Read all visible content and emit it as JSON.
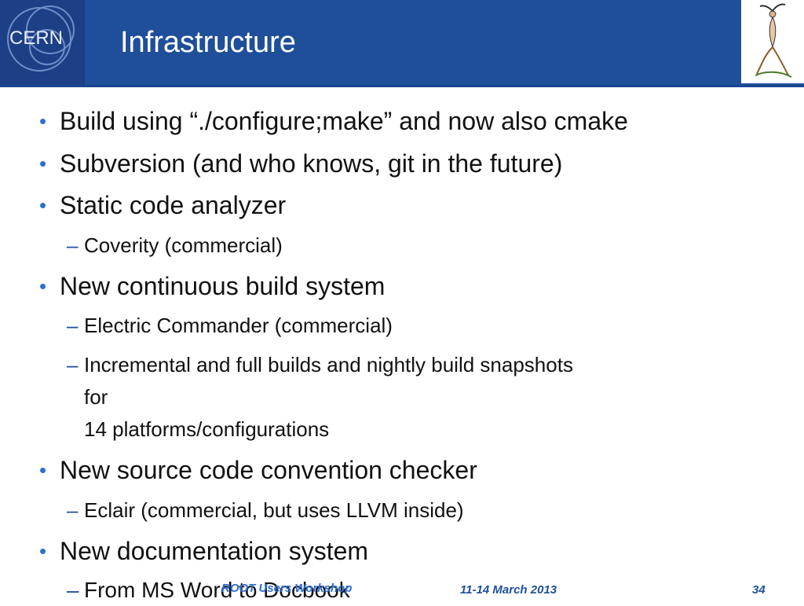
{
  "header": {
    "logo_text": "CERN",
    "title": "Infrastructure"
  },
  "bullets": [
    {
      "text": "Build using “./configure;make” and now also cmake"
    },
    {
      "text": "Subversion (and who knows, git in the future)"
    },
    {
      "text": "Static code analyzer",
      "sub": [
        "Coverity (commercial)"
      ]
    },
    {
      "text": "New continuous build system",
      "sub": [
        "Electric Commander (commercial)",
        "Incremental and full builds and nightly build snapshots for 14 platforms/configurations"
      ]
    },
    {
      "text": "New source code convention checker",
      "sub": [
        "Eclair (commercial, but uses LLVM inside)"
      ]
    },
    {
      "text": "New documentation system",
      "sub": [
        "From MS Word to Docbook"
      ]
    }
  ],
  "sub_line_parts": {
    "incremental_line1": "Incremental and full builds and nightly build snapshots",
    "incremental_line2": "for",
    "incremental_line3": "14 platforms/configurations"
  },
  "footer": {
    "event": "ROOT Users Workshop",
    "date": "11-14 March 2013",
    "page": "34"
  },
  "colors": {
    "header_bg": "#1f4f9a",
    "bullet": "#2e6fd1",
    "text": "#111111"
  },
  "icons": {
    "logo": "cern-logo-icon",
    "emblem": "dancing-figure-emblem-icon",
    "bullet": "bullet-dot-icon",
    "dash": "dash-icon"
  }
}
